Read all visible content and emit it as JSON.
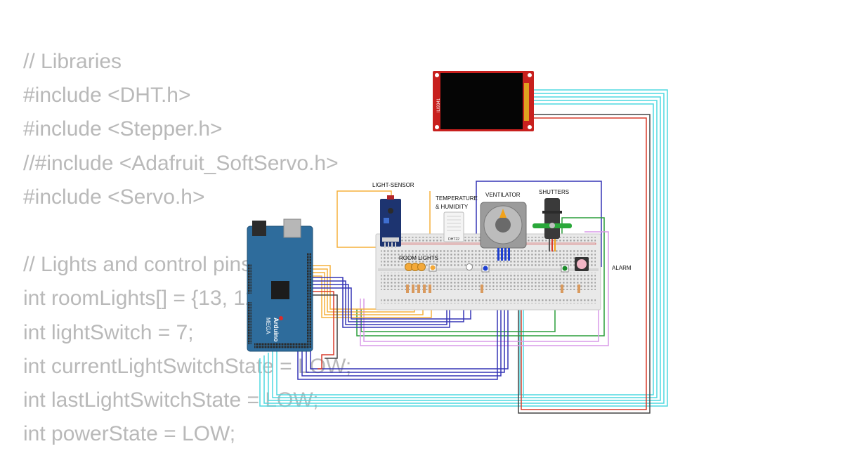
{
  "code": {
    "lines": [
      "// Libraries",
      "#include <DHT.h>",
      "#include <Stepper.h>",
      "//#include <Adafruit_SoftServo.h>",
      "#include <Servo.h>",
      "",
      "// Lights and control pins",
      "int roomLights[] = {13, 12, 11};",
      "int lightSwitch = 7;",
      "int currentLightSwitchState = LOW;",
      "int lastLightSwitchState = LOW;",
      "int powerState = LOW;"
    ]
  },
  "diagram": {
    "display": {
      "chip_label": "ILI9341"
    },
    "light_sensor": {
      "label": "LIGHT-SENSOR"
    },
    "temp_humidity": {
      "label_line1": "TEMPERATURE",
      "label_line2": "& HUMIDITY",
      "sensor_name": "DHT22"
    },
    "ventilator": {
      "label": "VENTILATOR"
    },
    "shutters": {
      "label": "SHUTTERS"
    },
    "room_lights": {
      "label": "ROOM LIGHTS"
    },
    "alarm": {
      "label": "ALARM"
    },
    "arduino": {
      "brand": "Arduino",
      "model": "MEGA"
    }
  },
  "colors": {
    "code_text": "#b9b9b9",
    "board_blue": "#2e6c9c",
    "breadboard": "#e9e9e9",
    "display_red": "#c8201e",
    "wire_blue": "#3535b5",
    "wire_cyan": "#4fd8e0",
    "wire_orange": "#f5b13c",
    "wire_green": "#2a9d3a",
    "wire_pink": "#d99ae8",
    "wire_red": "#d83c2c",
    "wire_dark": "#444444"
  }
}
